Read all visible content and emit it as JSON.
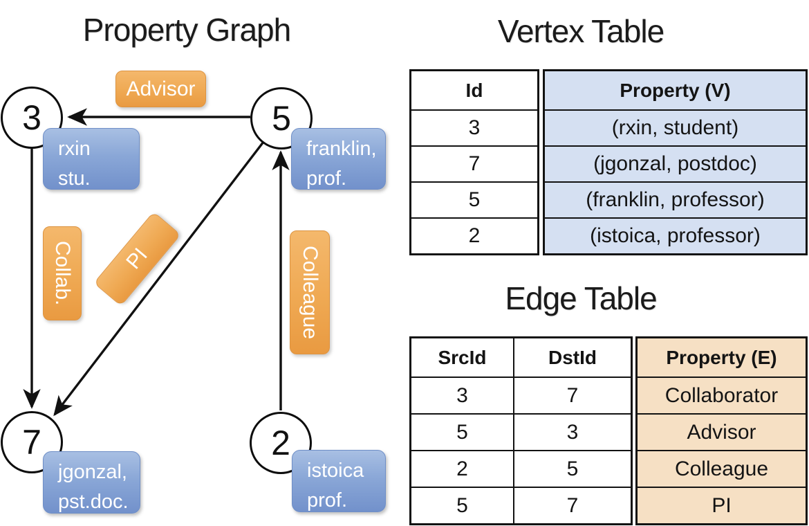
{
  "panel_titles": {
    "graph": "Property Graph",
    "vertex_table": "Vertex Table",
    "edge_table": "Edge Table"
  },
  "graph": {
    "nodes": [
      {
        "id": "3",
        "property": [
          "rxin",
          "stu."
        ]
      },
      {
        "id": "5",
        "property": [
          "franklin,",
          "prof."
        ]
      },
      {
        "id": "7",
        "property": [
          "jgonzal,",
          "pst.doc."
        ]
      },
      {
        "id": "2",
        "property": [
          "istoica",
          "prof."
        ]
      }
    ],
    "edge_labels": {
      "advisor": "Advisor",
      "collab": "Collab.",
      "pi": "PI",
      "colleague": "Colleague"
    }
  },
  "vertex_table": {
    "headers": {
      "id": "Id",
      "property": "Property (V)"
    },
    "rows": [
      {
        "id": "3",
        "property": "(rxin, student)"
      },
      {
        "id": "7",
        "property": "(jgonzal, postdoc)"
      },
      {
        "id": "5",
        "property": "(franklin, professor)"
      },
      {
        "id": "2",
        "property": "(istoica, professor)"
      }
    ]
  },
  "edge_table": {
    "headers": {
      "src": "SrcId",
      "dst": "DstId",
      "property": "Property (E)"
    },
    "rows": [
      {
        "src": "3",
        "dst": "7",
        "property": "Collaborator"
      },
      {
        "src": "5",
        "dst": "3",
        "property": "Advisor"
      },
      {
        "src": "2",
        "dst": "5",
        "property": "Colleague"
      },
      {
        "src": "5",
        "dst": "7",
        "property": "PI"
      }
    ]
  },
  "colors": {
    "edge_label_orange": "#efa953",
    "vertex_card_blue": "#8aa7d7",
    "vertex_property_fill": "#d5e0f2",
    "edge_property_fill": "#f6e0c4",
    "line_black": "#111111"
  }
}
